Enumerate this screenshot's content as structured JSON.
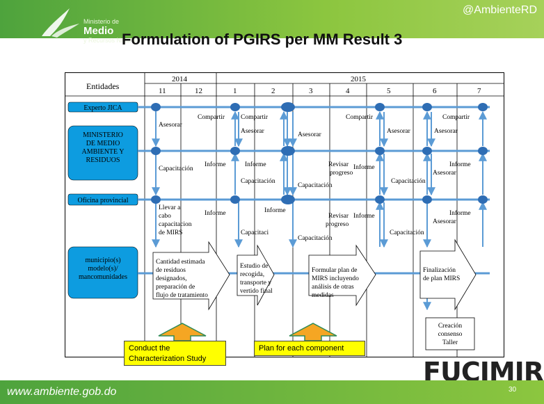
{
  "header": {
    "handle": "@AmbienteRD",
    "logo_line1": "Ministerio de",
    "logo_line2": "Medio Ambiente",
    "logo_line3": "y Recursos Naturales",
    "title": "Formulation of PGIRS per MM Result 3"
  },
  "footer": {
    "url": "www.ambiente.gob.do",
    "page_number": "30",
    "brand": "FUCIMIRS"
  },
  "diagram": {
    "header_entities": "Entidades",
    "years": [
      "2014",
      "2015"
    ],
    "months": [
      "11",
      "12",
      "1",
      "2",
      "3",
      "4",
      "5",
      "6",
      "7"
    ],
    "entities": {
      "jica": "Experto JICA",
      "ministry": [
        "MINISTERIO",
        "DE MEDIO",
        "AMBIENTE Y",
        "RESIDUOS"
      ],
      "provincial": "Oficina provincial",
      "municipal": [
        "municipio(s)",
        "modelo(s)/",
        "mancomunidades"
      ]
    },
    "labels": {
      "asesorar": "Asesorar",
      "compartir": "Compartir",
      "capacitacion": "Capacitación",
      "informe": "Informe",
      "revisar": "Revisar",
      "progreso": "progreso",
      "capacitaci": "Capacitaci",
      "llevar": [
        "Llevar a",
        "cabo",
        "capacitacion",
        "de MIRS"
      ]
    },
    "process_arrows": [
      [
        "Cantidad estimada",
        "de residuos",
        "designados,",
        "preparación de",
        "flujo de tratamiento"
      ],
      [
        "Estudio de",
        "recogida,",
        "transporte y",
        "vertido final"
      ],
      [
        "Formular plan de",
        "MIRS incluyendo",
        "análisis de otras",
        "medidas"
      ],
      [
        "Finalización",
        "de plan MIRS"
      ]
    ],
    "consensus_box": [
      "Creación",
      "consenso",
      "Taller"
    ],
    "callouts": [
      "Conduct the Characterization Study",
      "Plan for each component"
    ]
  },
  "colors": {
    "accent_green": "#6db33f",
    "line_blue": "#5b9bd5",
    "node_blue": "#2e6db4",
    "entity_blue": "#0d9ce0",
    "callout_yellow": "#ffff00",
    "up_arrow_orange": "#f5a623"
  }
}
